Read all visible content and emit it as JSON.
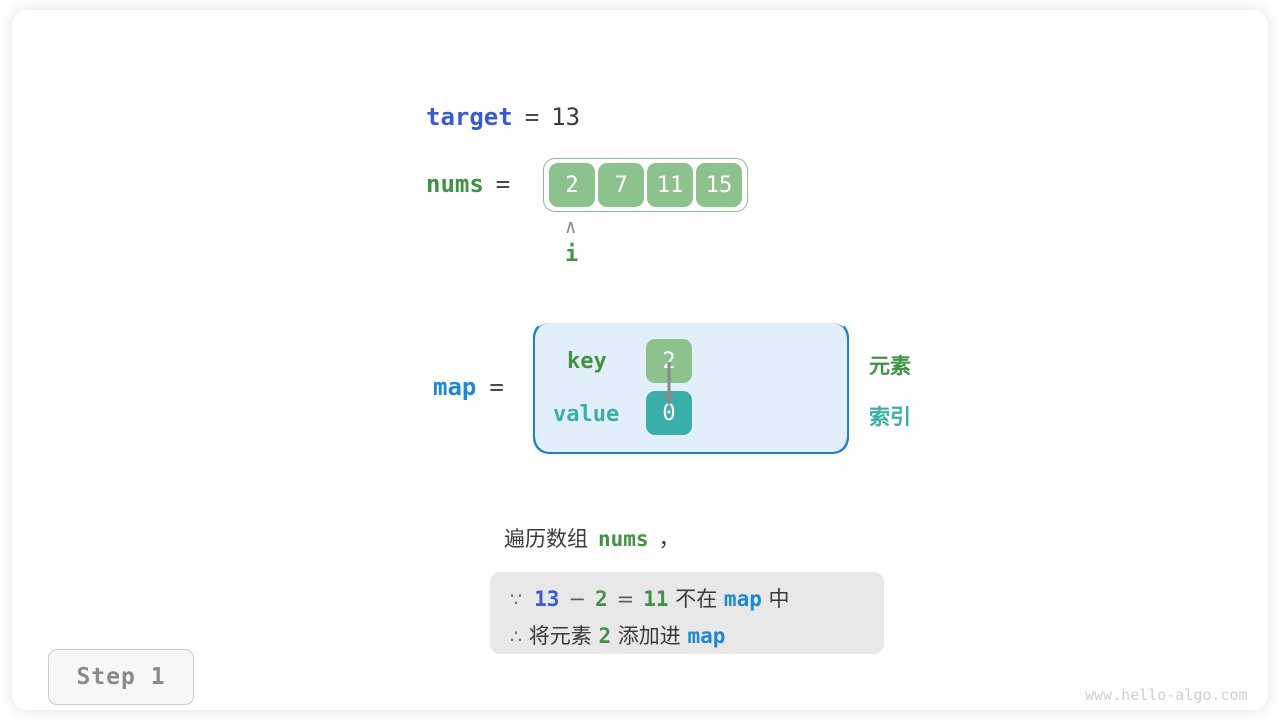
{
  "diagram": {
    "target": {
      "name": "target",
      "equals": "=",
      "value": "13"
    },
    "nums": {
      "name": "nums",
      "equals": "=",
      "cells": [
        "2",
        "7",
        "11",
        "15"
      ],
      "pointer": {
        "caret": "∧",
        "label": "i",
        "index": 0
      }
    },
    "map": {
      "name": "map",
      "equals": "=",
      "key_label": "key",
      "value_label": "value",
      "entries": [
        {
          "key": "2",
          "value": "0"
        }
      ],
      "legend": {
        "element": "元素",
        "index": "索引"
      }
    },
    "narration": {
      "prefix": "遍历数组",
      "var": "nums",
      "suffix": "，"
    },
    "reason": {
      "line1": {
        "symbol": "∵",
        "a": "13",
        "op1": "−",
        "b": "2",
        "op2": "=",
        "c": "11",
        "text1": " 不在 ",
        "map": "map",
        "text2": " 中"
      },
      "line2": {
        "symbol": "∴",
        "text1": " 将元素 ",
        "value": "2",
        "text2": " 添加进 ",
        "map": "map"
      }
    },
    "step_badge": "Step 1",
    "watermark": "www.hello-algo.com",
    "colors": {
      "target_blue": "#3b59d3",
      "map_blue": "#1f87d3",
      "nums_green": "#409343",
      "cell_green": "#8ec28c",
      "cell_teal": "#3aafa9",
      "map_box_fill": "#e2eefa",
      "map_box_border": "#2081c6",
      "reason_box_fill": "#e8e8e8"
    }
  }
}
